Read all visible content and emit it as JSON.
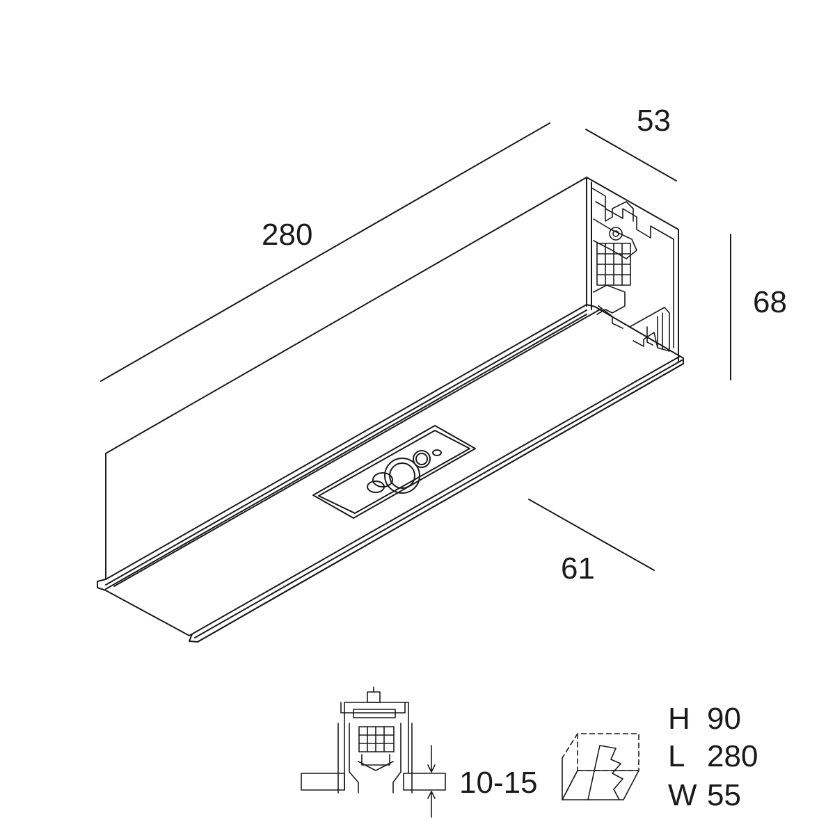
{
  "dimensions": {
    "length": "280",
    "width_top": "53",
    "height": "68",
    "width_bottom": "61",
    "ceiling_thickness": "10-15"
  },
  "cutout_spec": [
    {
      "key": "H",
      "value": "90"
    },
    {
      "key": "L",
      "value": "280"
    },
    {
      "key": "W",
      "value": "55"
    }
  ],
  "colors": {
    "line": "#1a1a1a",
    "background": "#ffffff"
  }
}
